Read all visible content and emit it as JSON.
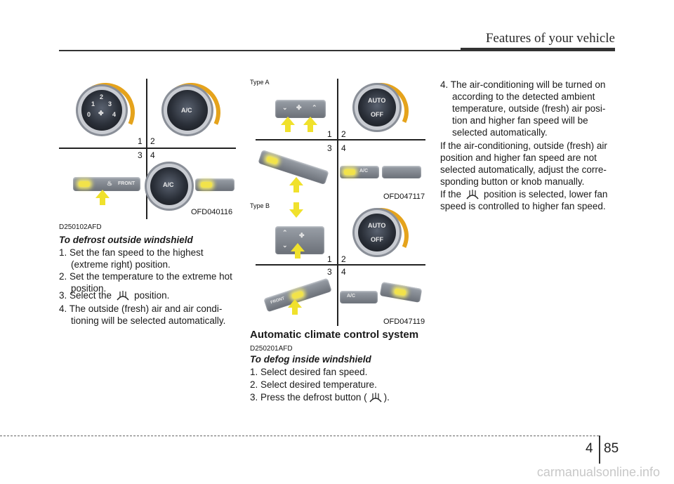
{
  "header": {
    "title": "Features of your vehicle"
  },
  "fig1": {
    "code": "OFD040116",
    "nums": [
      "1",
      "2",
      "3",
      "4"
    ],
    "knob1": [
      "2",
      "1",
      "3",
      "0",
      "4"
    ],
    "knob2": "A/C",
    "btn_front": "FRONT",
    "btn_ac": "A/C"
  },
  "fig2": {
    "type": "Type A",
    "code": "OFD047117",
    "nums": [
      "1",
      "2",
      "3",
      "4"
    ],
    "auto": "AUTO",
    "off": "OFF",
    "ac": "A/C"
  },
  "fig3": {
    "type": "Type B",
    "code": "OFD047119",
    "nums": [
      "1",
      "2",
      "3",
      "4"
    ],
    "auto": "AUTO",
    "off": "OFF",
    "ac": "A/C",
    "front": "FRONT"
  },
  "left": {
    "code": "D250102AFD",
    "subhead": "To defrost outside windshield",
    "items": [
      [
        "1. Set the fan speed to the highest",
        "(extreme right) position."
      ],
      [
        "2. Set the temperature to the extreme hot",
        "position."
      ],
      [
        "3. Select the",
        "position."
      ],
      [
        "4. The outside (fresh) air and air condi-",
        "tioning will be selected automatically."
      ]
    ]
  },
  "middle": {
    "section_title": "Automatic climate control system",
    "code": "D250201AFD",
    "subhead": "To defog inside windshield",
    "items": [
      "1. Select desired fan speed.",
      "2. Select desired temperature.",
      "3. Press the defrost button (",
      ")."
    ]
  },
  "right": {
    "item4": [
      "4. The air-conditioning will be turned on",
      "according to the detected ambient",
      "temperature, outside (fresh) air posi-",
      "tion and higher fan speed will be",
      "selected automatically."
    ],
    "para1": [
      "If the air-conditioning, outside (fresh) air",
      "position and higher fan speed are not",
      "selected automatically, adjust the corre-",
      "sponding button or knob manually."
    ],
    "para2": [
      "If the",
      "position is selected, lower fan",
      "speed is controlled to higher fan speed."
    ]
  },
  "footer": {
    "chapter": "4",
    "page": "85",
    "watermark": "carmanualsonline.info"
  },
  "colors": {
    "arrow": "#f0e12c",
    "arc": "#e5a31c",
    "glow": "#f2e34a"
  }
}
